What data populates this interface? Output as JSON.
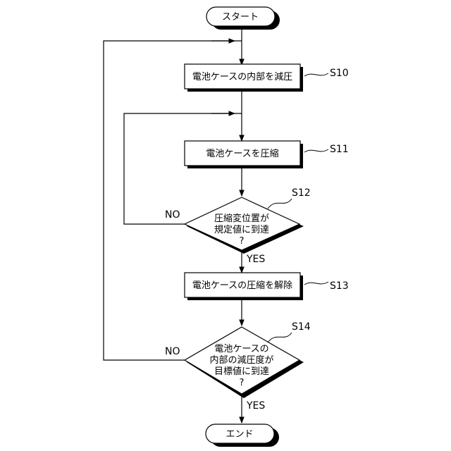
{
  "flowchart": {
    "start": {
      "text": "スタート"
    },
    "end": {
      "text": "エンド"
    },
    "steps": [
      {
        "label": "S10",
        "text": "電池ケースの内部を減圧"
      },
      {
        "label": "S11",
        "text": "電池ケースを圧縮"
      },
      {
        "label": "S13",
        "text": "電池ケースの圧縮を解除"
      }
    ],
    "decisions": [
      {
        "label": "S12",
        "lines": [
          "圧縮変位置が",
          "規定値に到達",
          "?"
        ],
        "yes": "YES",
        "no": "NO"
      },
      {
        "label": "S14",
        "lines": [
          "電池ケースの",
          "内部の減圧度が",
          "目標値に到達",
          "?"
        ],
        "yes": "YES",
        "no": "NO"
      }
    ]
  }
}
